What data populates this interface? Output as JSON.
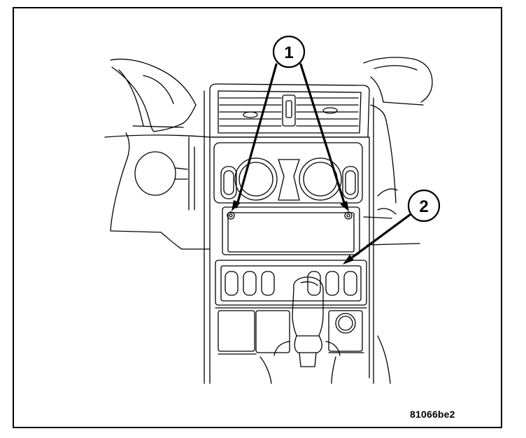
{
  "callouts": [
    {
      "label": "1"
    },
    {
      "label": "2"
    }
  ],
  "figure_id": "81066be2",
  "colors": {
    "line": "#000000",
    "background": "#ffffff"
  }
}
